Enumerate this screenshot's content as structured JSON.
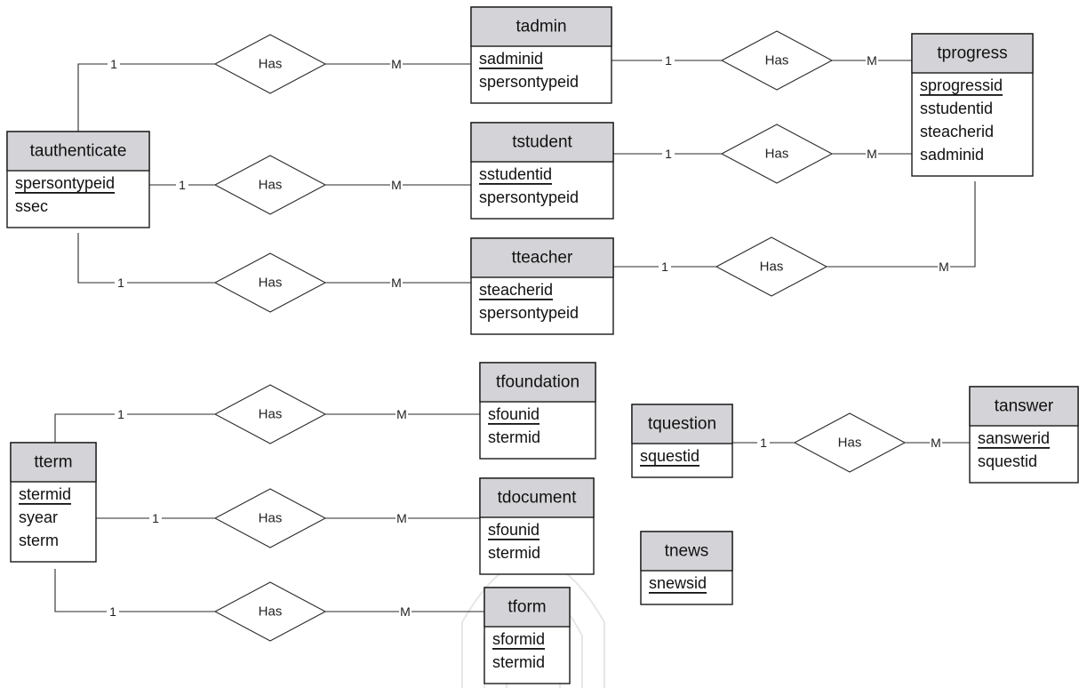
{
  "entities": {
    "tadmin": {
      "title": "tadmin",
      "attrs": [
        {
          "name": "sadminid",
          "pk": true
        },
        {
          "name": "spersontypeid",
          "pk": false
        }
      ]
    },
    "tprogress": {
      "title": "tprogress",
      "attrs": [
        {
          "name": "sprogressid",
          "pk": true
        },
        {
          "name": "sstudentid",
          "pk": false
        },
        {
          "name": "steacherid",
          "pk": false
        },
        {
          "name": "sadminid",
          "pk": false
        }
      ]
    },
    "tauthenticate": {
      "title": "tauthenticate",
      "attrs": [
        {
          "name": "spersontypeid",
          "pk": true
        },
        {
          "name": "ssec",
          "pk": false
        }
      ]
    },
    "tstudent": {
      "title": "tstudent",
      "attrs": [
        {
          "name": "sstudentid",
          "pk": true
        },
        {
          "name": "spersontypeid",
          "pk": false
        }
      ]
    },
    "tteacher": {
      "title": "tteacher",
      "attrs": [
        {
          "name": "steacherid",
          "pk": true
        },
        {
          "name": "spersontypeid",
          "pk": false
        }
      ]
    },
    "tfoundation": {
      "title": "tfoundation",
      "attrs": [
        {
          "name": "sfounid",
          "pk": true
        },
        {
          "name": "stermid",
          "pk": false
        }
      ]
    },
    "tterm": {
      "title": "tterm",
      "attrs": [
        {
          "name": "stermid",
          "pk": true
        },
        {
          "name": "syear",
          "pk": false
        },
        {
          "name": "sterm",
          "pk": false
        }
      ]
    },
    "tdocument": {
      "title": "tdocument",
      "attrs": [
        {
          "name": "sfounid",
          "pk": true
        },
        {
          "name": "stermid",
          "pk": false
        }
      ]
    },
    "tform": {
      "title": "tform",
      "attrs": [
        {
          "name": "sformid",
          "pk": true
        },
        {
          "name": "stermid",
          "pk": false
        }
      ]
    },
    "tquestion": {
      "title": "tquestion",
      "attrs": [
        {
          "name": "squestid",
          "pk": true
        }
      ]
    },
    "tanswer": {
      "title": "tanswer",
      "attrs": [
        {
          "name": "sanswerid",
          "pk": true
        },
        {
          "name": "squestid",
          "pk": false
        }
      ]
    },
    "tnews": {
      "title": "tnews",
      "attrs": [
        {
          "name": "snewsid",
          "pk": true
        }
      ]
    }
  },
  "relationships": [
    {
      "id": "auth-admin",
      "label": "Has",
      "from": "tauthenticate",
      "to": "tadmin",
      "from_card": "1",
      "to_card": "M"
    },
    {
      "id": "auth-student",
      "label": "Has",
      "from": "tauthenticate",
      "to": "tstudent",
      "from_card": "1",
      "to_card": "M"
    },
    {
      "id": "auth-teacher",
      "label": "Has",
      "from": "tauthenticate",
      "to": "tteacher",
      "from_card": "1",
      "to_card": "M"
    },
    {
      "id": "admin-progress",
      "label": "Has",
      "from": "tadmin",
      "to": "tprogress",
      "from_card": "1",
      "to_card": "M"
    },
    {
      "id": "student-progress",
      "label": "Has",
      "from": "tstudent",
      "to": "tprogress",
      "from_card": "1",
      "to_card": "M"
    },
    {
      "id": "teacher-progress",
      "label": "Has",
      "from": "tteacher",
      "to": "tprogress",
      "from_card": "1",
      "to_card": "M"
    },
    {
      "id": "term-foundation",
      "label": "Has",
      "from": "tterm",
      "to": "tfoundation",
      "from_card": "1",
      "to_card": "M"
    },
    {
      "id": "term-document",
      "label": "Has",
      "from": "tterm",
      "to": "tdocument",
      "from_card": "1",
      "to_card": "M"
    },
    {
      "id": "term-form",
      "label": "Has",
      "from": "tterm",
      "to": "tform",
      "from_card": "1",
      "to_card": "M"
    },
    {
      "id": "question-answer",
      "label": "Has",
      "from": "tquestion",
      "to": "tanswer",
      "from_card": "1",
      "to_card": "M"
    }
  ]
}
